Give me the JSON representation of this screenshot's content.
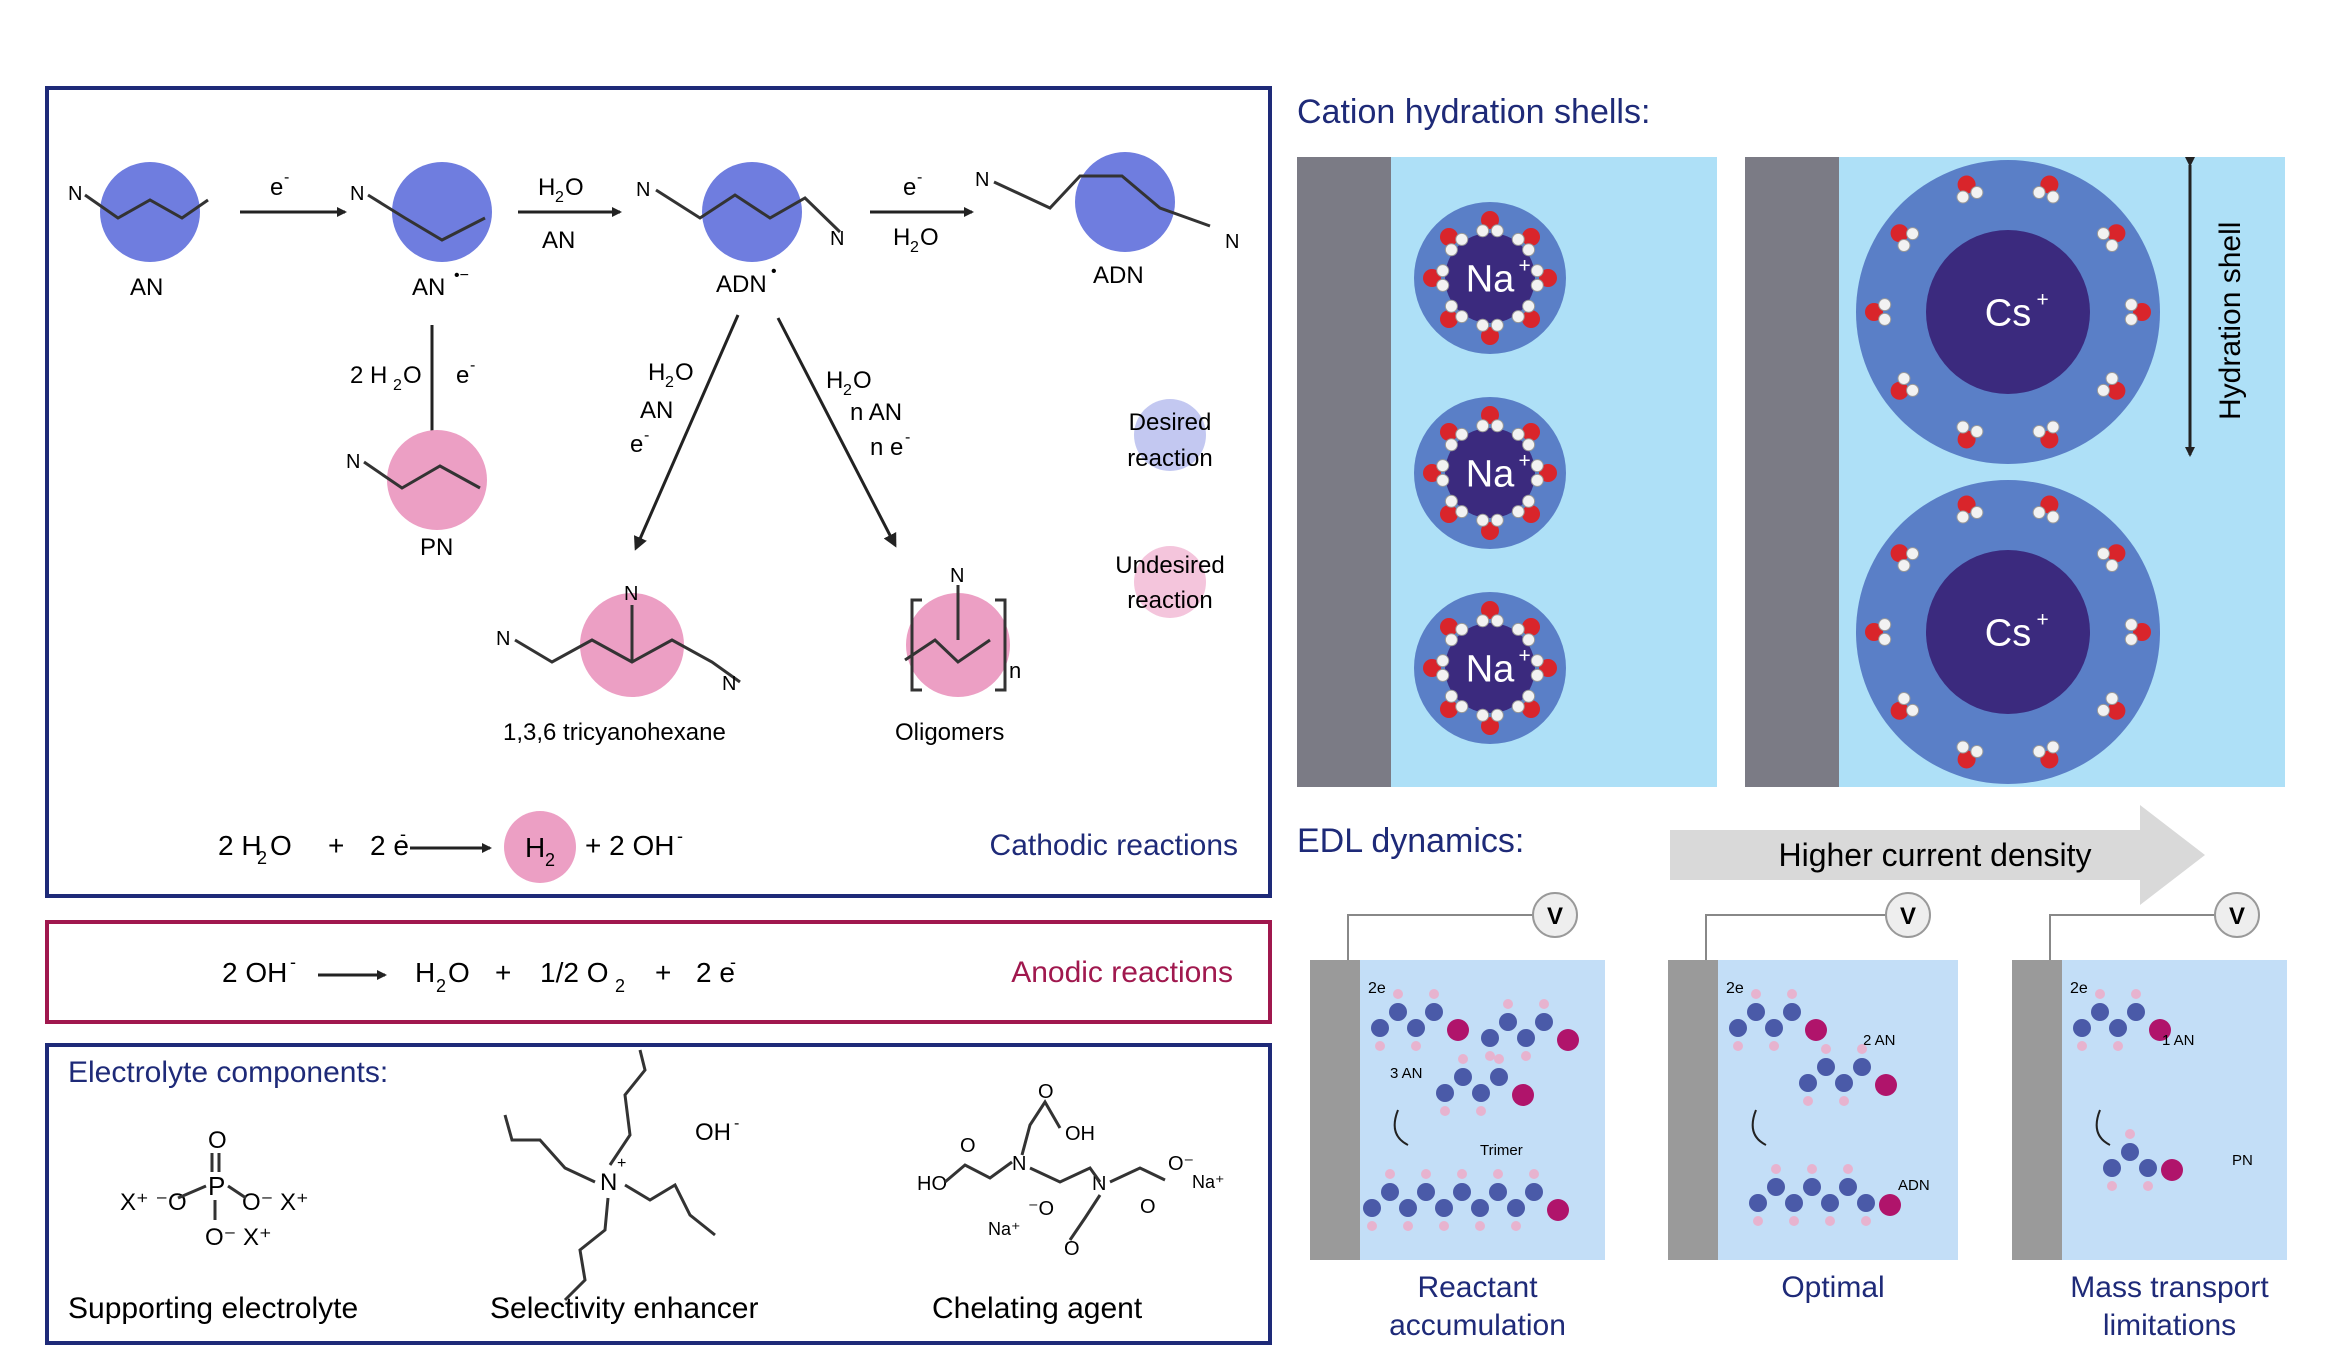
{
  "cathodic": {
    "AN": "AN",
    "AN_radical": "AN",
    "AN_radical_sup": "•−",
    "ADN_radical": "ADN",
    "ADN_radical_sup": "•",
    "ADN": "ADN",
    "PN": "PN",
    "tricyano": "1,3,6 tricyanohexane",
    "oligomers": "Oligomers",
    "oligomer_n": "n",
    "step1_reagent": "e",
    "step2_reagent_top": "H",
    "step2_reagent_bottom": "AN",
    "step3_reagent_top": "e",
    "step3_reagent_bottom": "H",
    "pn_reagent_left": "2 H",
    "pn_reagent_right": "e",
    "tri_reagent_1": "H",
    "tri_reagent_2": "AN",
    "tri_reagent_3": "e",
    "olig_reagent_1": "H",
    "olig_reagent_2": "n AN",
    "olig_reagent_3": "n e",
    "her_left": "2 H",
    "her_plus1": "+",
    "her_electrons": "2 e",
    "her_h2": "H",
    "her_right": "+ 2 OH",
    "label": "Cathodic reactions",
    "legend_desired": [
      "Desired",
      "reaction"
    ],
    "legend_undesired": [
      "Undesired",
      "reaction"
    ],
    "nitrile_N": "N"
  },
  "anodic": {
    "left": "2 OH",
    "water": "H",
    "plus": "+",
    "o2": "1/2  O",
    "electrons": "2 e",
    "label": "Anodic reactions"
  },
  "electrolyte": {
    "title": "Electrolyte components:",
    "items": [
      "Supporting electrolyte",
      "Selectivity enhancer",
      "Chelating agent"
    ],
    "phosphate_labels": [
      "O",
      "P",
      "X⁺ ⁻O",
      "O⁻ X⁺",
      "O⁻ X⁺"
    ],
    "hydroxide": "OH",
    "ammonium_N": "N",
    "edta_labels": [
      "O",
      "OH",
      "HO",
      "N",
      "N",
      "O⁻",
      "Na⁺",
      "O",
      "⁻O",
      "Na⁺",
      "O",
      "O"
    ]
  },
  "hydration": {
    "title": "Cation hydration shells:",
    "na_label": "Na",
    "cs_label": "Cs",
    "shell_label": "Hydration shell"
  },
  "edl": {
    "title": "EDL dynamics:",
    "arrow_label": "Higher current density",
    "voltage": "V",
    "panels": [
      {
        "caption": [
          "Reactant",
          "accumulation"
        ],
        "e_label": "2e",
        "an_label": "3 AN",
        "product": "Trimer"
      },
      {
        "caption": [
          "Optimal"
        ],
        "e_label": "2e",
        "an_label": "2 AN",
        "product": "ADN"
      },
      {
        "caption": [
          "Mass transport",
          "limitations"
        ],
        "e_label": "2e",
        "an_label": "1 AN",
        "product": "PN"
      }
    ]
  },
  "colors": {
    "desired": "#6f7ddf",
    "undesired": "#ec9fc4",
    "frame_blue": "#1e2a78",
    "frame_red": "#a0184e",
    "electrolyte_bg": "#aee0f7",
    "electrode": "#7b7b85",
    "cation": "#3b2a7e",
    "shell": "#5a7fc7",
    "edl_bg": "#c3def7"
  }
}
